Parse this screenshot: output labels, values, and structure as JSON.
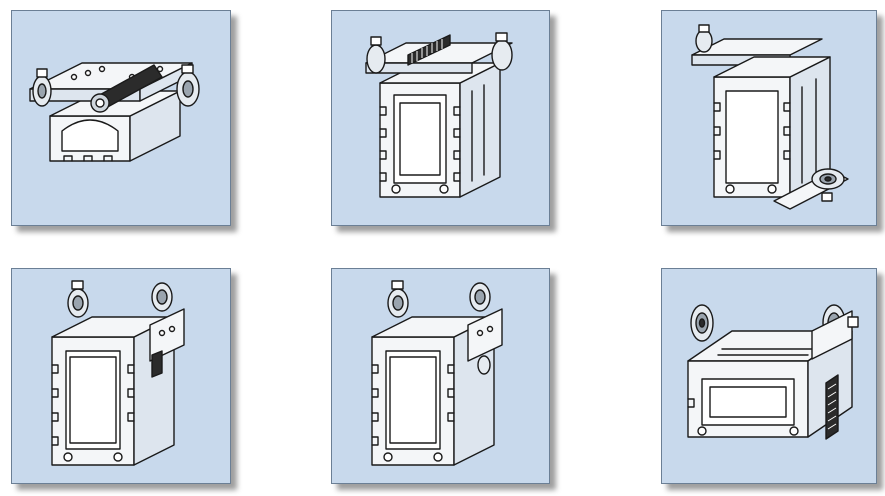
{
  "figures": [
    {
      "id": "p1",
      "depicts": "profile-with-shaft-carriage"
    },
    {
      "id": "p2",
      "depicts": "profile-with-rack-carriage"
    },
    {
      "id": "p3",
      "depicts": "profile-with-side-wheel"
    },
    {
      "id": "p4",
      "depicts": "tall-profile-with-wheel-carriage"
    },
    {
      "id": "p5",
      "depicts": "tall-profile-with-wheel-carriage-variant"
    },
    {
      "id": "p6",
      "depicts": "wide-profile-with-wheels-and-rack"
    }
  ],
  "colors": {
    "panel_background": "#c8d9ec",
    "panel_border": "#6b7f95",
    "line_art": "#1a1a1a",
    "part_face": "#f4f6f8"
  }
}
